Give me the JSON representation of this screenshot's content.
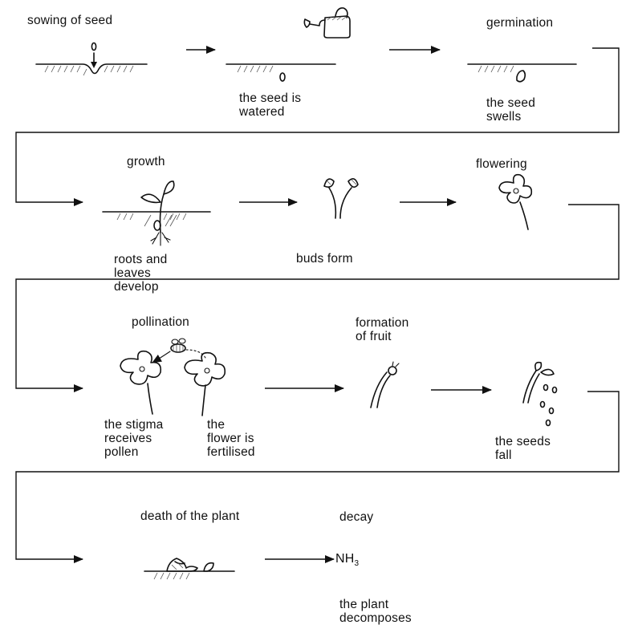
{
  "colors": {
    "ink": "#111111",
    "background": "#ffffff"
  },
  "stages": {
    "sowing": {
      "title": "sowing of seed"
    },
    "watering": {
      "caption": "the seed is\nwatered"
    },
    "germination": {
      "title": "germination",
      "caption": "the seed\nswells"
    },
    "growth": {
      "title": "growth",
      "caption": "roots and\nleaves\ndevelop"
    },
    "buds": {
      "caption": "buds form"
    },
    "flowering": {
      "title": "flowering"
    },
    "pollination": {
      "title": "pollination",
      "caption_left": "the stigma\nreceives\npollen",
      "caption_right": "the\nflower is\nfertilised"
    },
    "fruit": {
      "title": "formation\nof fruit"
    },
    "seeds_fall": {
      "caption": "the seeds\nfall"
    },
    "death": {
      "title": "death of the plant"
    },
    "decay": {
      "title": "decay",
      "product": "NH",
      "product_subscript": "3",
      "caption": "the plant\ndecomposes"
    }
  },
  "icons": [
    "watering-can-icon",
    "seed-icon",
    "bee-icon",
    "flower-icon",
    "sprout-icon",
    "fruit-icon"
  ]
}
